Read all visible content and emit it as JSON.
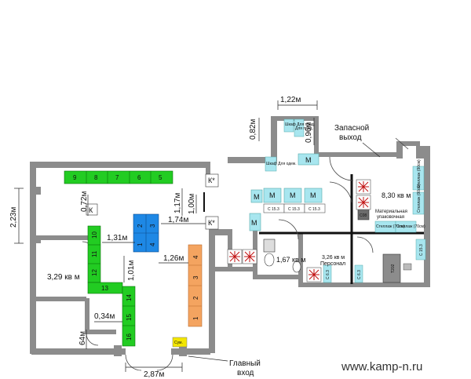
{
  "dimensions": {
    "d_1_22": "1,22м",
    "d_0_82": "0,82м",
    "d_0_96": "0,96м",
    "d_2_23": "2,23м",
    "d_0_72": "0,72м",
    "d_1_17": "1,17м",
    "d_1_00": "1,00м",
    "d_1_74": "1,74м",
    "d_1_31": "1,31м",
    "d_1_26": "1,26м",
    "d_1_01": "1,01м",
    "d_0_34": "0,34м",
    "d_64": "64м",
    "d_2_87": "2,87м"
  },
  "rooms": {
    "room_3_29": "3,29 кв м",
    "room_8_30": "8,30 кв м",
    "room_1_67": "1,67 кв м",
    "room_3_26": "3,26 кв м",
    "personal": "Персонал"
  },
  "labels": {
    "emergency_exit_1": "Запасной",
    "emergency_exit_2": "выход",
    "main_entrance_1": "Главный",
    "main_entrance_2": "вход",
    "packing_1": "Материальная",
    "packing_2": "упаковочная",
    "watermark": "www.kamp-n.ru",
    "sum": "Сум."
  },
  "fixtures": {
    "m": "М",
    "k_star": "К*",
    "k": "К",
    "c153": "С 15.3",
    "c153b": "С 15.3",
    "c153c": "С 15.3",
    "stellazh": "Стеллаж (70см)",
    "stellazh_v": "Стеллаж (90см)",
    "t202": "Т202",
    "c08": "С08",
    "c63": "С 6.3",
    "shelf_top_1": "Шкаф Для прод.",
    "shelf_top_2": "Для прод.",
    "shelf_top_3": "Шкаф Для одеж."
  },
  "green_racks": {
    "top": [
      "9",
      "8",
      "7",
      "6",
      "5"
    ],
    "left": [
      "10",
      "11",
      "12"
    ],
    "bottom_row": [
      "13"
    ],
    "right": [
      "14",
      "15",
      "16"
    ]
  },
  "blue_racks": [
    "2",
    "3",
    "1",
    "4"
  ],
  "orange_racks": [
    "4",
    "3",
    "2",
    "1"
  ],
  "colors": {
    "wall": "#8c8c8c",
    "green": "#22cc22",
    "blue": "#1e88e5",
    "orange": "#f4a460",
    "cyan": "#a8e6ef",
    "yellow": "#f3e600"
  }
}
